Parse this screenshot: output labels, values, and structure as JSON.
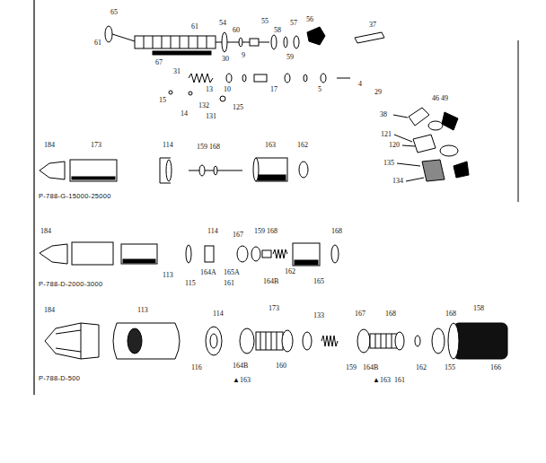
{
  "diagram": {
    "labels": [
      "65",
      "61",
      "54",
      "60",
      "55",
      "58",
      "57",
      "56",
      "37",
      "61",
      "67",
      "30",
      "9",
      "59",
      "31",
      "13",
      "10",
      "17",
      "5",
      "4",
      "29",
      "15",
      "14",
      "132",
      "131",
      "125",
      "38",
      "46 49",
      "121",
      "120",
      "135",
      "134",
      "184",
      "173",
      "114",
      "159 168",
      "163",
      "162",
      "P-788-G-15000-25000",
      "184",
      "114",
      "167",
      "159 168",
      "168",
      "162",
      "164A",
      "165A",
      "113",
      "115",
      "161",
      "164B",
      "165",
      "P-788-D-2000-3000",
      "184",
      "113",
      "114",
      "173",
      "133",
      "167",
      "168",
      "168",
      "158",
      "116",
      "164B",
      "160",
      "▲163",
      "159",
      "164B",
      "▲163",
      "161",
      "162",
      "155",
      "166",
      "P-788-D-500"
    ]
  }
}
